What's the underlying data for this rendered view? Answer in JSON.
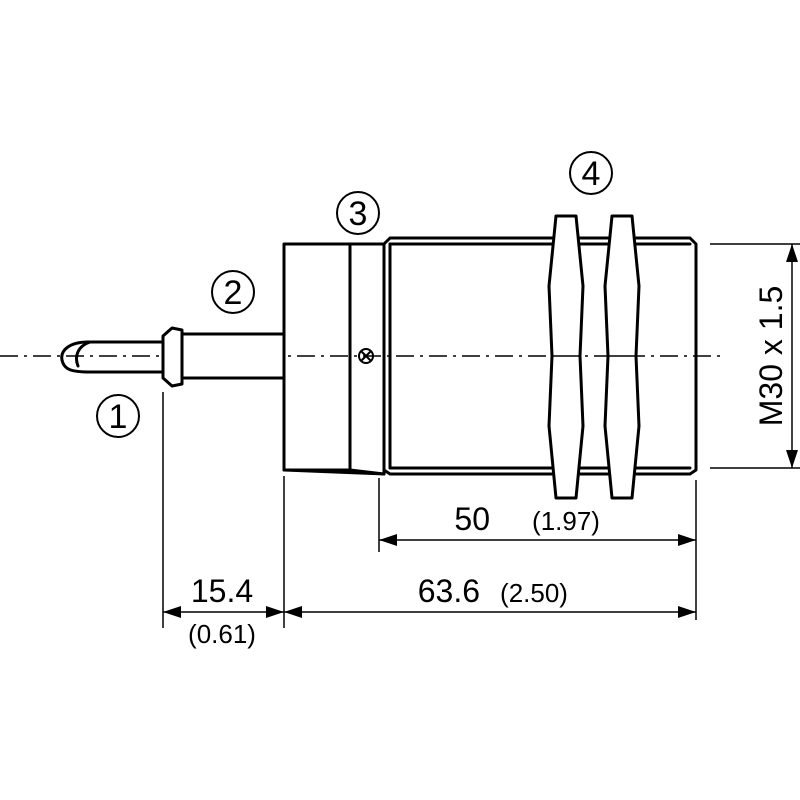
{
  "callouts": [
    "1",
    "2",
    "3",
    "4"
  ],
  "dims": {
    "thread": "M30 x 1.5",
    "len50": "50",
    "len50_in": "(1.97)",
    "len636": "63.6",
    "len636_in": "(2.50)",
    "len154": "15.4",
    "len154_in": "(0.61)"
  }
}
